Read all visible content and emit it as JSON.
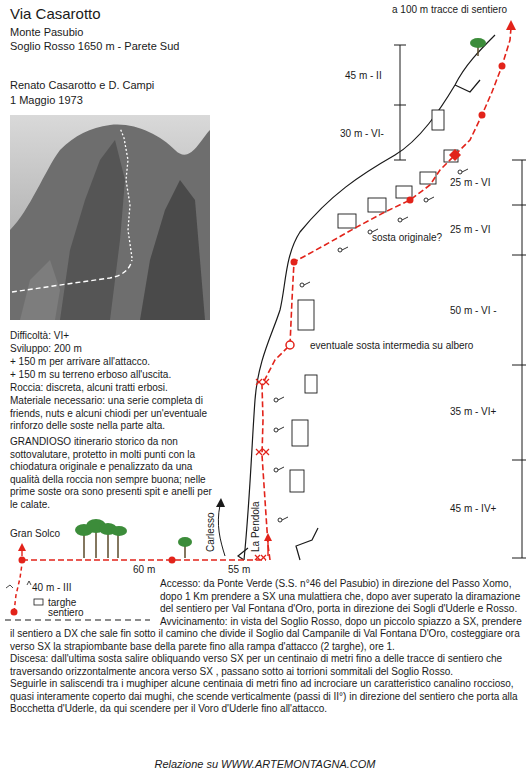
{
  "diagram": {
    "title": "Via Casarotto",
    "labels": [
      "Monte Pasubio",
      "Soglio Rosso 1650 m - Parete Sud",
      "Renato Casarotto e D. Campi",
      "1 Maggio 1973",
      "Difficoltà: VI+",
      "Sviluppo: 200 m",
      "+ 150 m per arrivare all'attacco.",
      "+ 150 m su terreno erboso all'uscita.",
      "Roccia: discreta, alcuni tratti erbosi.",
      "Materiale necessario: una serie completa di friends, nuts e alcuni chiodi per un'eventuale rinforzo delle soste nella parte alta.",
      "GRANDIOSO itinerario storico da non sottovalutare, protetto in molti punti con la chiodatura originale e penalizzato da una qualità della roccia non sempre buona; nelle prime soste ora sono presenti spit e anelli per le calate.",
      "a 100 m tracce di sentiero",
      "45 m - II",
      "30 m - VI-",
      "25 m - VI",
      "sosta originale?",
      "25 m - VI",
      "50 m - VI -",
      "eventuale sosta intermedia su albero",
      "35 m - VI+",
      "45 m - IV+",
      "Carlesso",
      "La Pendola",
      "Gran Solco",
      "60 m",
      "55 m",
      "40 m - III",
      "targhe",
      "sentiero",
      "Accesso: da Ponte Verde (S.S. n°46 del Pasubio) in direzione del Passo Xomo, dopo 1 Km prendere a SX una mulattiera che, dopo aver superato la diramazione del sentiero per Val Fontana d'Oro, porta in direzione dei Sogli d'Uderle e Rosso.",
      "Avvicinamento: in vista del Soglio Rosso, dopo un piccolo spiazzo a SX, prendere il sentiero a DX che sale fin sotto il camino che divide il Soglio dal Campanile di Val Fontana D'Oro, costeggiare ora verso SX la strapiombante base della parete fino alla rampa d'attacco (2 targhe), ore 1.",
      "Discesa: dall'ultima sosta salire obliquando verso SX per un centinaio di metri fino a delle tracce di sentiero che traversando orizzontalmente ancora verso SX , passano sotto ai torrioni sommitali del Soglio Rosso.",
      "Seguirle in saliscendi tra i mughiper alcune centinaia di metri fino ad incrociare un caratteristico canalino roccioso, quasi interamente coperto dai mughi, che scende verticalmente (passi di II°) in direzione del sentiero che porta alla Bocchetta d'Uderle, da qui scendere per il Voro d'Uderle fino all'attacco.",
      "Relazione su WWW.ARTEMONTAGNA.COM"
    ]
  }
}
